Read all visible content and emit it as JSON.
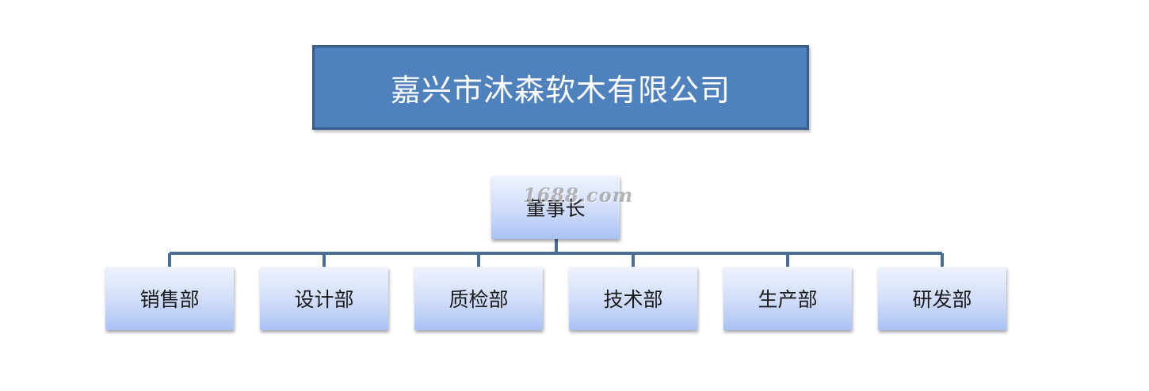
{
  "diagram": {
    "company": "嘉兴市沐森软木有限公司",
    "chairman": "董事长",
    "departments": [
      "销售部",
      "设计部",
      "质检部",
      "技术部",
      "生产部",
      "研发部"
    ],
    "watermark": "1688.com"
  },
  "colors": {
    "header_fill": "#4f81bd",
    "header_border": "#385d8a",
    "connector": "#4a6d96",
    "node_top": "#eef3fd",
    "node_bottom": "#a9c2f4"
  }
}
